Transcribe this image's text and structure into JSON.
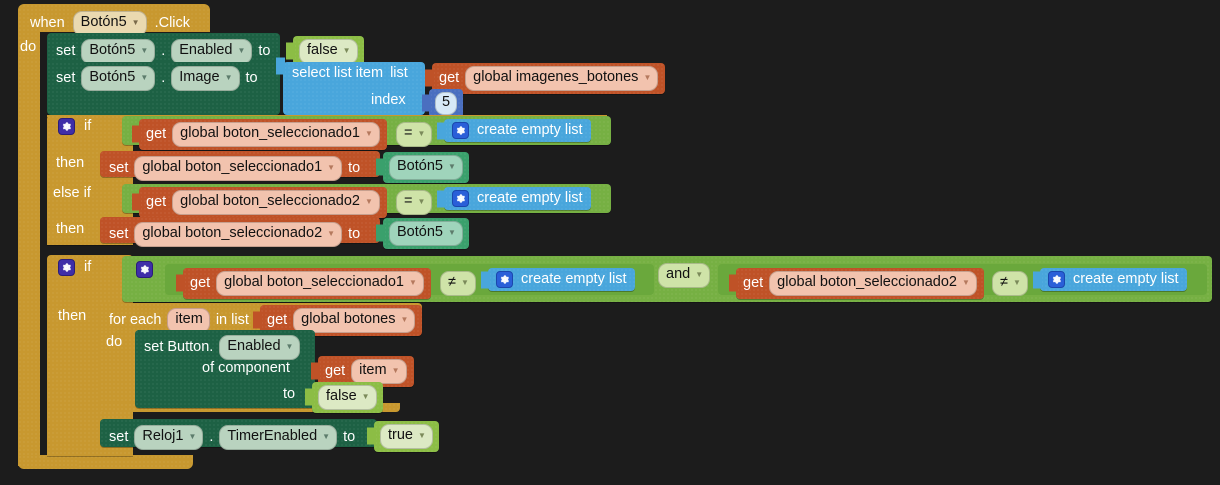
{
  "editor": {
    "background_color": "#1c1c1c"
  },
  "palette": {
    "event": "#c8982f",
    "control": "#c8982f",
    "setter": "#1d6144",
    "logic": "#8cbd45",
    "list": "#49a6dc",
    "math": "#4a6fc0",
    "variable": "#bf5227",
    "component_get": "#3aa06c",
    "comparison": "#76b043"
  },
  "event_block": {
    "when_label": "when",
    "component": "Botón5",
    "event_suffix": ".Click",
    "do_label": "do"
  },
  "statements": {
    "set_enabled": {
      "set_label": "set",
      "component": "Botón5",
      "dot": ".",
      "property": "Enabled",
      "to_label": "to",
      "value": "false"
    },
    "set_image": {
      "set_label": "set",
      "component": "Botón5",
      "dot": ".",
      "property": "Image",
      "to_label": "to",
      "select_list_item": {
        "title": "select list item",
        "list_label": "list",
        "index_label": "index",
        "list_value": {
          "get_label": "get",
          "variable": "global imagenes_botones"
        },
        "index_value": "5"
      }
    }
  },
  "if_block_1": {
    "if_label": "if",
    "then_label": "then",
    "else_if_label": "else if",
    "then2_label": "then",
    "condition_1": {
      "left": {
        "get_label": "get",
        "variable": "global boton_seleccionado1"
      },
      "operator": "=",
      "right": {
        "label": "create empty list"
      }
    },
    "action_1": {
      "set_label": "set",
      "variable": "global boton_seleccionado1",
      "to_label": "to",
      "value": "Botón5"
    },
    "condition_2": {
      "left": {
        "get_label": "get",
        "variable": "global boton_seleccionado2"
      },
      "operator": "=",
      "right": {
        "label": "create empty list"
      }
    },
    "action_2": {
      "set_label": "set",
      "variable": "global boton_seleccionado2",
      "to_label": "to",
      "value": "Botón5"
    }
  },
  "if_block_2": {
    "if_label": "if",
    "then_label": "then",
    "and_operator": "and",
    "condition_left": {
      "left": {
        "get_label": "get",
        "variable": "global boton_seleccionado1"
      },
      "operator": "≠",
      "right": {
        "label": "create empty list"
      }
    },
    "condition_right": {
      "left": {
        "get_label": "get",
        "variable": "global boton_seleccionado2"
      },
      "operator": "≠",
      "right": {
        "label": "create empty list"
      }
    },
    "for_each": {
      "for_each_label": "for each",
      "loop_var": "item",
      "in_list_label": "in list",
      "list_value": {
        "get_label": "get",
        "variable": "global botones"
      },
      "do_label": "do",
      "set_component_property": {
        "set_label": "set Button.",
        "property": "Enabled",
        "of_component_label": "of component",
        "component_value": {
          "get_label": "get",
          "variable": "item"
        },
        "to_label": "to",
        "value": "false"
      }
    },
    "set_timer": {
      "set_label": "set",
      "component": "Reloj1",
      "dot": ".",
      "property": "TimerEnabled",
      "to_label": "to",
      "value": "true"
    }
  },
  "icons": {
    "mutator_gear": "gear-icon",
    "dropdown_caret": "chevron-down-icon"
  }
}
